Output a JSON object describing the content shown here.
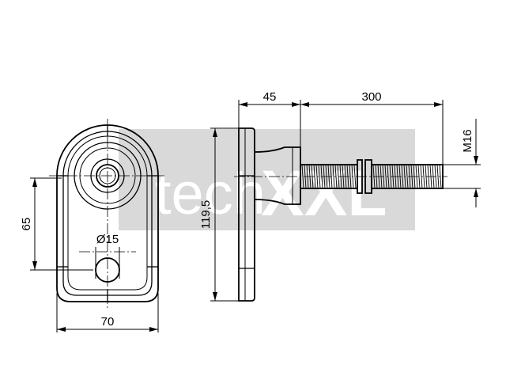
{
  "drawing": {
    "dimensions": {
      "height_mount": "65",
      "hole_diameter": "Ø15",
      "plate_width": "70",
      "plate_height": "119,5",
      "base_depth": "45",
      "bolt_length": "300",
      "thread": "M16"
    },
    "watermark": {
      "text_light": "tech",
      "text_bold": "XXL",
      "color": "#d9d9d9"
    }
  }
}
